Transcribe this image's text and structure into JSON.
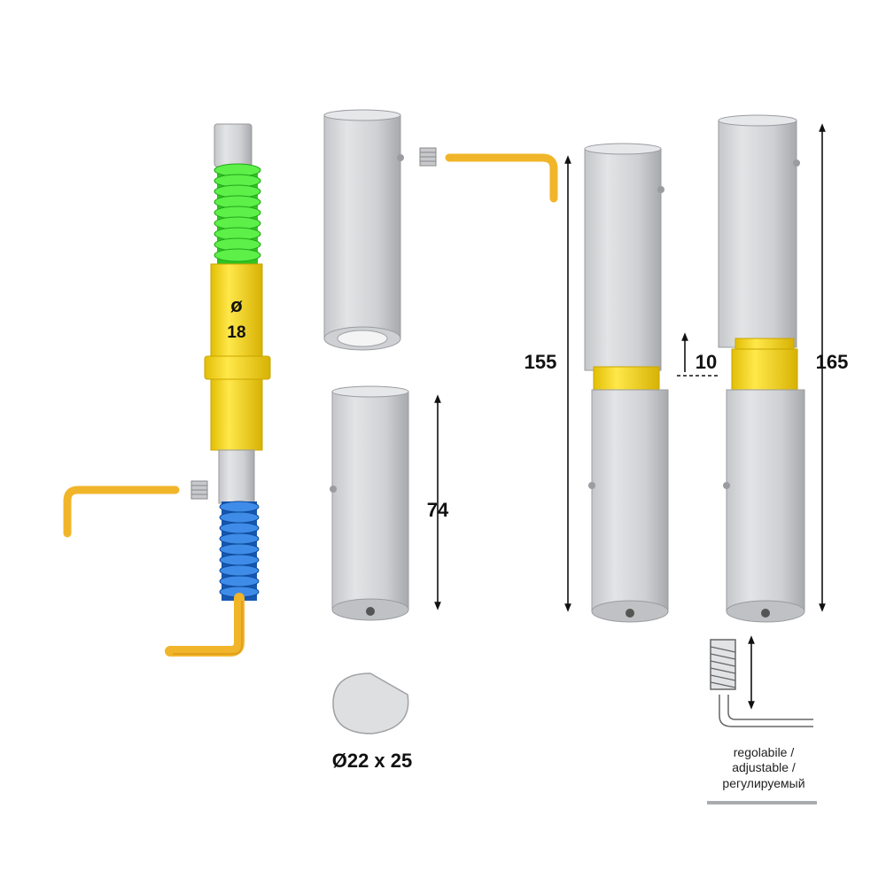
{
  "labels": {
    "diameter_symbol": "ø",
    "diameter_value": "18",
    "height_155": "155",
    "height_74": "74",
    "height_165": "165",
    "offset_10": "10",
    "profile_size": "Ø22 x 25"
  },
  "adjustable_note": {
    "it": "regolabile /",
    "en": "adjustable /",
    "ru": "регулируемый"
  },
  "colors": {
    "body_gray": "#d2d3d5",
    "body_shadow": "#a9abae",
    "pin_yellow": "#f2d21a",
    "key_orange": "#f1b52a",
    "spring_green": "#3cdc2c",
    "spring_blue": "#1d6fd1",
    "text": "#111111"
  },
  "icons": [
    "hex-key-icon",
    "set-screw-icon",
    "spring-icon",
    "dimension-arrow-icon"
  ]
}
